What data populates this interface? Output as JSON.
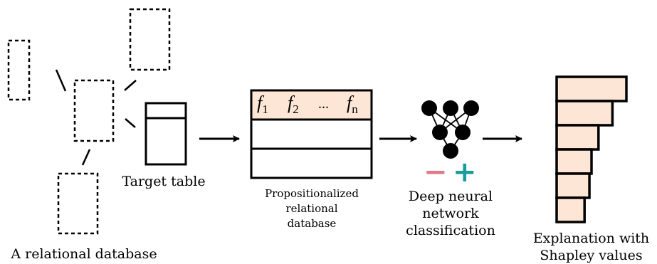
{
  "labels": {
    "relational_db": "A relational database",
    "target_table": "Target table",
    "propositionalized": [
      "Propositionalized",
      "relational",
      "database"
    ],
    "dnn": [
      "Deep neural",
      "network",
      "classification"
    ],
    "explanation": [
      "Explanation with",
      "Shapley values"
    ]
  },
  "features": {
    "f1": "f",
    "f1_sub": "1",
    "f2": "f",
    "f2_sub": "2",
    "ellipsis": "...",
    "fn": "f",
    "fn_sub": "n"
  },
  "signs": {
    "minus": "−",
    "plus": "+"
  },
  "shapley_values": [
    1.0,
    0.8,
    0.6,
    0.5,
    0.47,
    0.4
  ],
  "colors": {
    "bar_fill": "#fde6d5",
    "minus": "#e07a8a",
    "plus": "#1a9c9c"
  }
}
